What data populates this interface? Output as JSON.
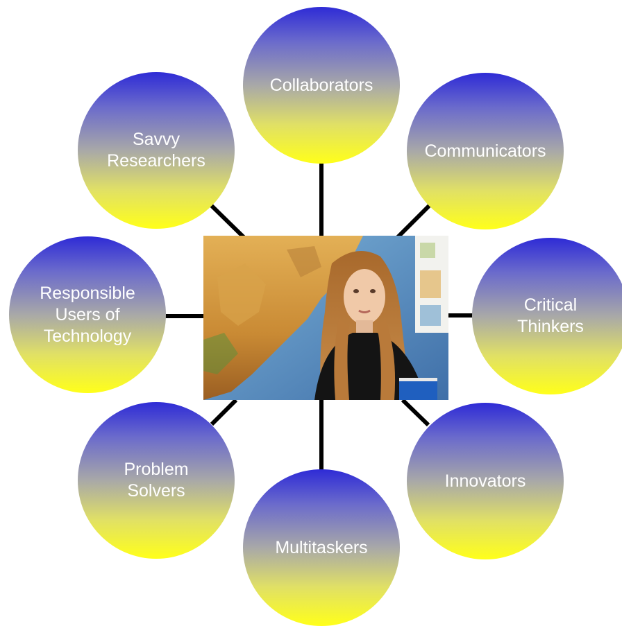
{
  "diagram": {
    "nodes": [
      {
        "id": "collaborators",
        "label": "Collaborators"
      },
      {
        "id": "communicators",
        "label": "Communicators"
      },
      {
        "id": "critical-thinkers",
        "label": "Critical\nThinkers"
      },
      {
        "id": "innovators",
        "label": "Innovators"
      },
      {
        "id": "multitaskers",
        "label": "Multitaskers"
      },
      {
        "id": "problem-solvers",
        "label": "Problem\nSolvers"
      },
      {
        "id": "responsible-users",
        "label": "Responsible\nUsers of\nTechnology"
      },
      {
        "id": "savvy-researchers",
        "label": "Savvy\nResearchers"
      }
    ],
    "center_image": {
      "subject": "student-in-front-of-world-map-photo"
    },
    "colors": {
      "gradient_top": "#2e2bd6",
      "gradient_bottom": "#ffff1a",
      "label_text": "#ffffff",
      "connector": "#000000"
    }
  }
}
